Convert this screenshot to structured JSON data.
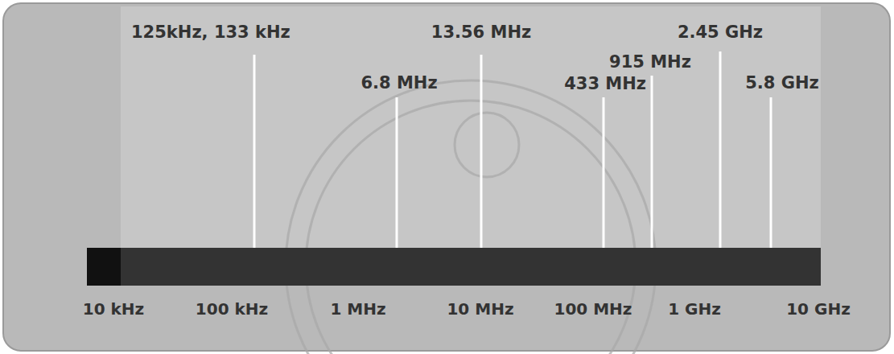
{
  "diagram": {
    "labels": [
      "125kHz, 133 kHz",
      "13.56 MHz",
      "2.45 GHz",
      "6.8 MHz",
      "915 MHz",
      "433 MHz",
      "5.8 GHz",
      "10 kHz",
      "100 kHz",
      "1 MHz",
      "10 MHz",
      "100 MHz",
      "1 GHz",
      "10 GHz"
    ]
  }
}
